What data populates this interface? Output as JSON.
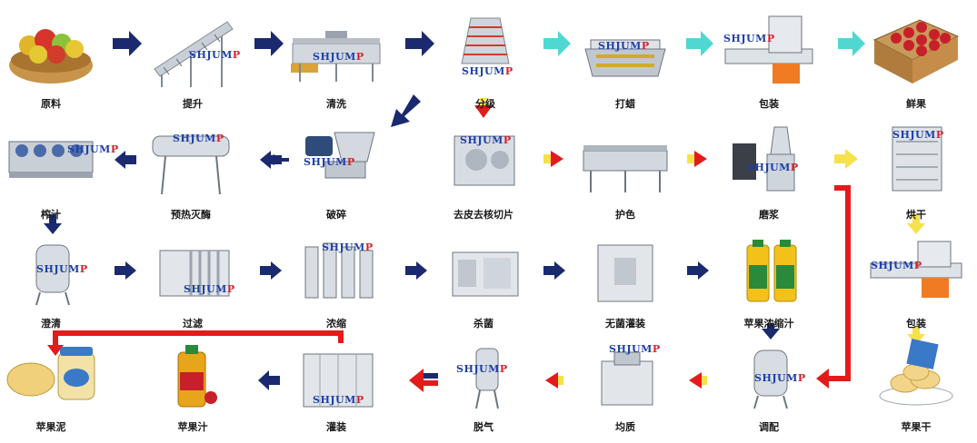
{
  "brand": "SHJUMP",
  "colors": {
    "navy": "#1b2a6e",
    "cyan": "#4fd8d2",
    "yellow": "#f5e24a",
    "red": "#e31b1b"
  },
  "steps": {
    "raw": "原料",
    "lift": "提升",
    "wash": "清洗",
    "grade": "分级",
    "wax": "打蜡",
    "pack1": "包装",
    "fresh": "鲜果",
    "press": "榨汁",
    "preheat": "预热灭酶",
    "crush": "破碎",
    "peel": "去皮去核切片",
    "protect": "护色",
    "grind": "磨浆",
    "dry": "烘干",
    "clarify": "澄清",
    "filter": "过滤",
    "concentrate": "浓缩",
    "sterilize": "杀菌",
    "aseptic": "无菌灌装",
    "concjuice": "苹果浓缩汁",
    "pack2": "包装",
    "puree": "苹果泥",
    "juice": "苹果汁",
    "fill": "灌装",
    "deaerate": "脱气",
    "homogenize": "均质",
    "blend": "调配",
    "chips": "苹果干"
  }
}
